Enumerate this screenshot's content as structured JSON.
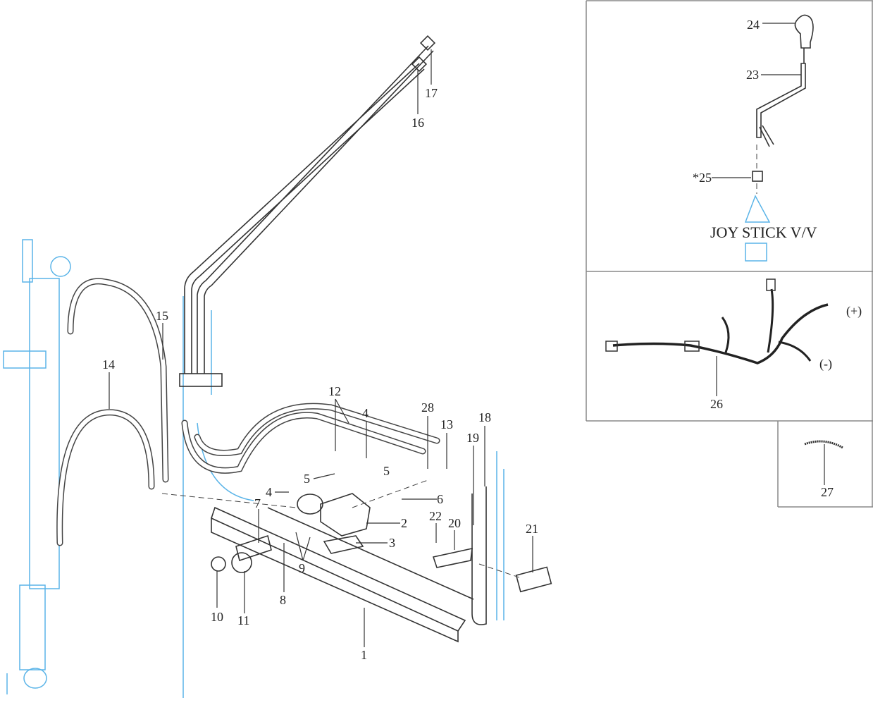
{
  "diagram": {
    "main_callouts": [
      "1",
      "2",
      "3",
      "4",
      "4",
      "5",
      "5",
      "6",
      "7",
      "8",
      "9",
      "10",
      "11",
      "12",
      "13",
      "14",
      "15",
      "16",
      "17",
      "18",
      "19",
      "20",
      "21",
      "22",
      "28"
    ],
    "joystick_panel": {
      "title": "JOY STICK V/V",
      "callouts": [
        "24",
        "23",
        "*25"
      ]
    },
    "harness_panel": {
      "callouts": [
        "26"
      ],
      "positive_label": "(+)",
      "negative_label": "(-)"
    },
    "spring_panel": {
      "callouts": [
        "27"
      ]
    },
    "colors": {
      "line": "#333333",
      "phantom": "#5ab4e8"
    }
  }
}
